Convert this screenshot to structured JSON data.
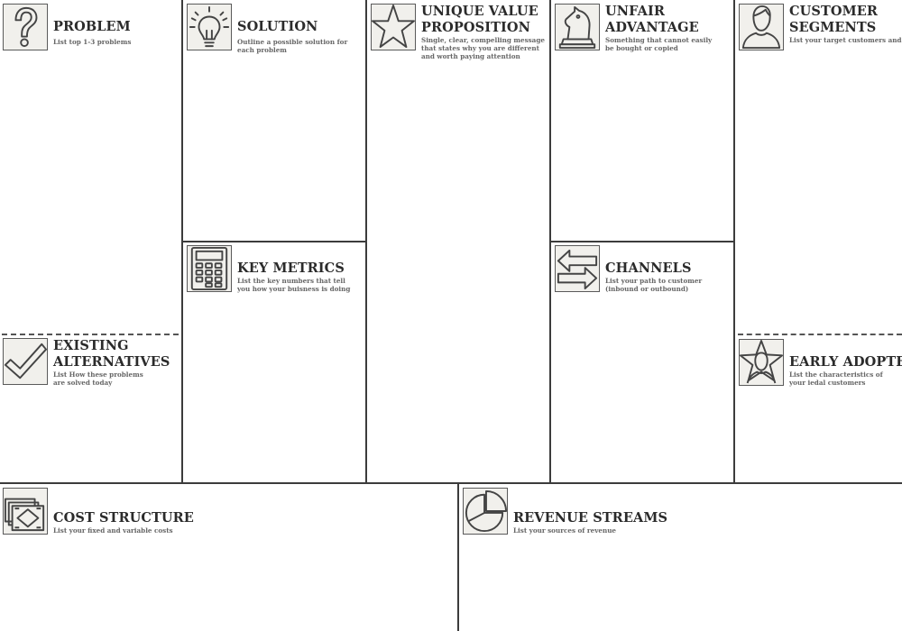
{
  "sections": {
    "problem": {
      "icon": "question-mark-icon",
      "title": "PROBLEM",
      "description": "List top 1-3 problems"
    },
    "existing_alternatives": {
      "icon": "checkmark-icon",
      "title_line1": "EXISTING",
      "title_line2": "ALTERNATIVES",
      "description": "List How these problems are solved today"
    },
    "solution": {
      "icon": "lightbulb-icon",
      "title": "SOLUTION",
      "description": "Outline a possible solution for each problem"
    },
    "key_metrics": {
      "icon": "calculator-icon",
      "title": "KEY METRICS",
      "description": "List the key numbers that tell you how your buisness is doing"
    },
    "unique_value_proposition": {
      "icon": "star-icon",
      "title_line1": "UNIQUE VALUE",
      "title_line2": "PROPOSITION",
      "description": "Single, clear, compelling message that states why you are different and worth paying attention"
    },
    "unfair_advantage": {
      "icon": "chess-knight-icon",
      "title_line1": "UNFAIR",
      "title_line2": "ADVANTAGE",
      "description": "Something that cannot easily be bought or copied"
    },
    "channels": {
      "icon": "arrows-icon",
      "title": "CHANNELS",
      "description": "List your path to customer (inbound or outbound)"
    },
    "customer_segments": {
      "icon": "person-icon",
      "title_line1": "CUSTOMER",
      "title_line2": "SEGMENTS",
      "description": "List your target customers and users"
    },
    "early_adopters": {
      "icon": "star-person-icon",
      "title": "EARLY ADOPTERS",
      "description": "List the characteristics of your iedal customers"
    },
    "cost_structure": {
      "icon": "banknotes-icon",
      "title": "COST STRUCTURE",
      "description": "List your fixed and variable costs"
    },
    "revenue_streams": {
      "icon": "pie-chart-icon",
      "title": "REVENUE STREAMS",
      "description": "List your sources of revenue"
    }
  },
  "colors": {
    "lines": "#3c3c3c",
    "icon_background": "#f1f0ec",
    "title": "#2b2b2b",
    "description": "#666666"
  }
}
